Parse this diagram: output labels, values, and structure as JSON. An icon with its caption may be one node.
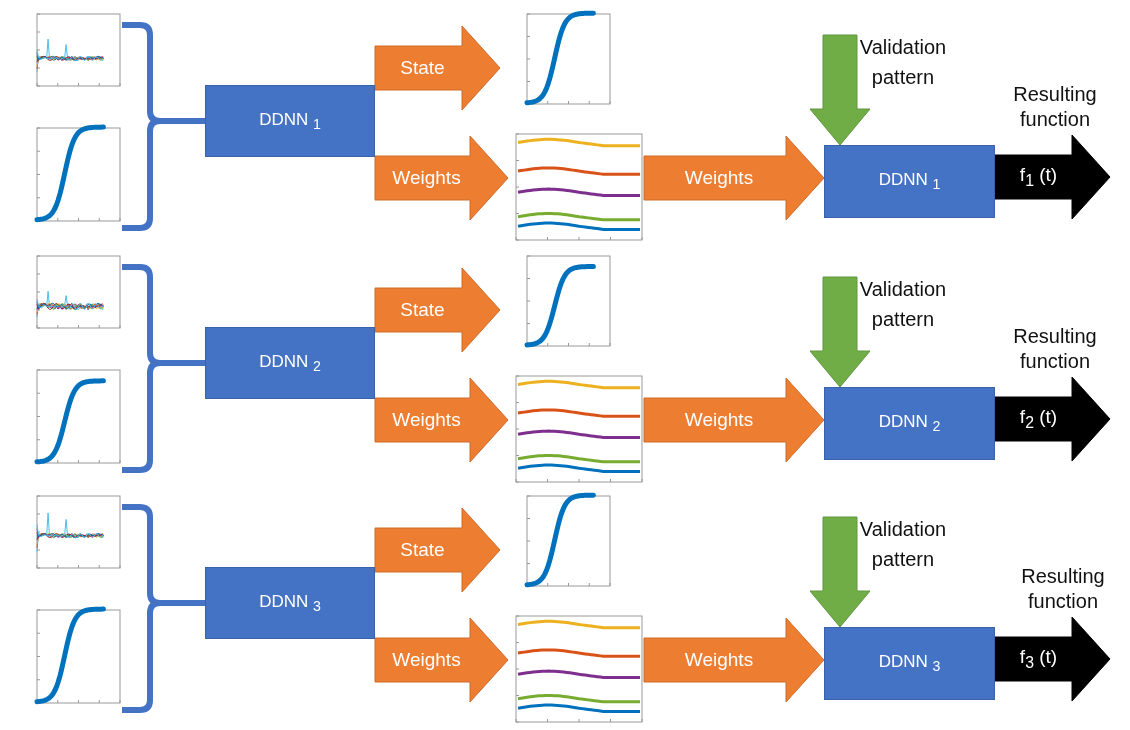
{
  "diagram": {
    "nodes": [
      {
        "text": [],
        "shape": "picture"
      },
      {
        "text": [],
        "shape": "picture"
      },
      {
        "text": [
          "DDNN $_{1}$"
        ]
      },
      {
        "text": [],
        "shape": "picture"
      },
      {
        "text": [],
        "shape": "picture"
      },
      {
        "text": [
          "DDNN $_{1}$"
        ]
      },
      {
        "text": [],
        "shape": "picture"
      },
      {
        "text": [],
        "shape": "picture"
      },
      {
        "text": [
          "DDNN $_{2}$"
        ]
      },
      {
        "text": [],
        "shape": "picture"
      },
      {
        "text": [],
        "shape": "picture"
      },
      {
        "text": [
          "DDNN $_{2}$"
        ]
      },
      {
        "text": [],
        "shape": "picture"
      },
      {
        "text": [],
        "shape": "picture"
      },
      {
        "text": [
          "DDNN $_{3}$"
        ]
      },
      {
        "text": [],
        "shape": "picture"
      },
      {
        "text": [],
        "shape": "picture"
      },
      {
        "text": [
          "DDNN $_{3}$"
        ]
      }
    ],
    "edges": [
      {
        "from": 0,
        "to": 2,
        "arrow": "none",
        "color": "#4472c4"
      },
      {
        "from": 1,
        "to": 2,
        "arrow": "none",
        "color": "#4472c4"
      },
      {
        "from": 2,
        "to": 3,
        "arrow": "to",
        "label": "State"
      },
      {
        "from": 2,
        "to": 4,
        "arrow": "to",
        "label": "Weights"
      },
      {
        "from": 4,
        "to": 5,
        "arrow": "to",
        "label": "Weights"
      },
      {
        "from": null,
        "to": 5,
        "arrow": "to",
        "label": "Validation pattern",
        "color": "#70ad47"
      },
      {
        "from": 5,
        "to": null,
        "arrow": "to",
        "label": "f$_{1}$ (t)",
        "color": "#000000"
      },
      {
        "from": 6,
        "to": 8,
        "arrow": "none",
        "color": "#4472c4"
      },
      {
        "from": 7,
        "to": 8,
        "arrow": "none",
        "color": "#4472c4"
      },
      {
        "from": 8,
        "to": 9,
        "arrow": "to",
        "label": "State"
      },
      {
        "from": 8,
        "to": 10,
        "arrow": "to",
        "label": "Weights"
      },
      {
        "from": 10,
        "to": 11,
        "arrow": "to",
        "label": "Weights"
      },
      {
        "from": null,
        "to": 11,
        "arrow": "to",
        "label": "Validation pattern",
        "color": "#70ad47"
      },
      {
        "from": 11,
        "to": null,
        "arrow": "to",
        "label": "f$_{2}$ (t)",
        "color": "#000000"
      },
      {
        "from": 12,
        "to": 14,
        "arrow": "none",
        "color": "#4472c4"
      },
      {
        "from": 13,
        "to": 14,
        "arrow": "none",
        "color": "#4472c4"
      },
      {
        "from": 14,
        "to": 15,
        "arrow": "to",
        "label": "State"
      },
      {
        "from": 14,
        "to": 16,
        "arrow": "to",
        "label": "Weights"
      },
      {
        "from": 16,
        "to": 17,
        "arrow": "to",
        "label": "Weights"
      },
      {
        "from": null,
        "to": 17,
        "arrow": "to",
        "label": "Validation pattern",
        "color": "#70ad47"
      },
      {
        "from": 17,
        "to": null,
        "arrow": "to",
        "label": "f$_{3}$ (t)",
        "color": "#000000"
      }
    ],
    "labels": [
      "Resulting function",
      "Resulting function",
      "Resulting function"
    ]
  }
}
